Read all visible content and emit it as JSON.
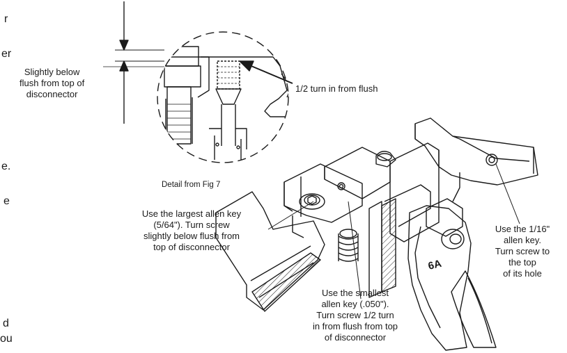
{
  "edge_text": [
    "r",
    "er",
    "e.",
    "e",
    "d",
    "ou"
  ],
  "detail": {
    "caption": "Detail from Fig 7",
    "left_callout": [
      "Slightly below",
      "flush from top of",
      "disconnector"
    ],
    "right_callout": "1/2 turn in from flush"
  },
  "callouts": {
    "largest_key": [
      "Use the largest allen key",
      "(5/64\"). Turn screw",
      "slightly below flush from",
      "top of disconnector"
    ],
    "smallest_key": [
      "Use the smallest",
      "allen key (.050\").",
      "Turn screw 1/2 turn",
      "in from flush from top",
      "of disconnector"
    ],
    "sixteenth_key": [
      "Use the 1/16\"",
      "allen key.",
      "Turn screw to",
      "the top",
      "of its hole"
    ]
  },
  "part_marking": "6A",
  "colors": {
    "ink": "#1a1a1a",
    "background": "#ffffff"
  }
}
